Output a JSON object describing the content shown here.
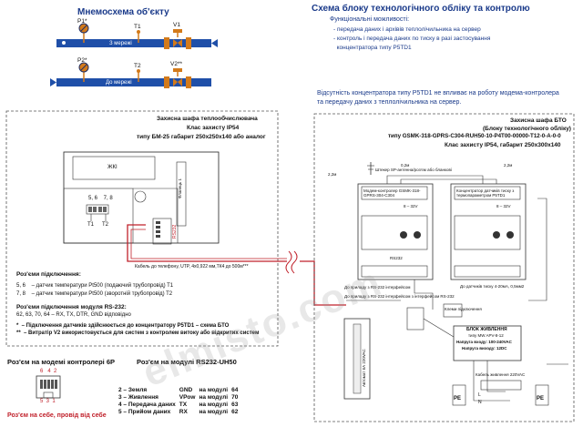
{
  "mnemo": {
    "title": "Мнемосхема об'єкту",
    "p1": "P1*",
    "t1": "T1",
    "v1": "V1",
    "flow1": "З мережі",
    "p2": "P2*",
    "t2": "T2",
    "v2": "V2**",
    "flow2": "До мережі"
  },
  "block": {
    "title": "Схема блоку технологічного обліку та контролю",
    "func_heading": "Функціональні можливості:",
    "func_items": [
      "- передача даних і архівів тепло­лічильника на сервер",
      "- контроль і передача даних по тиску в разі застосування",
      "  концентратора типу P5TD1"
    ]
  },
  "note_absence": {
    "line1": "Відсутність концентратора типу P5TD1 не впливає на роботу модема-контролера",
    "line2": "та передачу даних з теплолічильника на сервер."
  },
  "cabinet_left": {
    "title1": "Захисна шафа теплообчислювача",
    "title2": "Клас захисту IP54",
    "title3": "типу БМ-25 габарит 250x250x140 або аналог",
    "device_label": "ЖКІ",
    "terminal_label": "Фланець 1",
    "sensor_pins": "5, 6    7, 8",
    "t1": "T1",
    "t2": "T2",
    "rs232_label": "RS232",
    "cable_label": "Кабель до телефону, UTP, 4х0,922 мм,ТК4 до 500м***",
    "connections_heading": "Роз'єми підключення:",
    "conn_lines": [
      "5, 6    – датчик температури Pt500 (подаючий трубопровід) T1",
      "7, 8    – датчик температури Pt500 (зворотній трубопровід) T2"
    ],
    "rs_heading": "Роз'єми підключення модуля RS-232:",
    "rs_line": "62, 63, 70, 64 – RX, TX, DTR, GND відповідно",
    "footnotes": [
      "*  – Підключення датчиків здійснюється до концентратору P5TD1 – схема БТО",
      "**  – Витратір V2 використовується для систем з контролем витоку або відкритих систем"
    ]
  },
  "modem_conn": {
    "heading": "Роз'єм на модемі контролері 6P",
    "pins_top": "6   4  2",
    "pins_bottom": "5  3  1",
    "caption": "Роз'єм на себе, провід від себе"
  },
  "rs_module": {
    "heading": "Роз'єм на модулі RS232-UH50",
    "rows": [
      [
        "2 – Земля",
        "GND",
        "на модулі",
        "64"
      ],
      [
        "3 – Живлення",
        "VPow",
        "на модулі",
        "70"
      ],
      [
        "4 – Передача даних",
        "TX",
        "на модулі",
        "63"
      ],
      [
        "5 – Прийом даних",
        "RX",
        "на модулі",
        "62"
      ]
    ]
  },
  "cabinet_right": {
    "title1": "Захисна шафа БТО",
    "title2": "(Блоку технологічного обліку)",
    "title3": "типу GSMK-318-GPRS-C304-RUH50-10-P4T00-00000-T12-0-A-0-0",
    "title4": "Клас захисту IP54, габарит 250x300x140",
    "antenna_label": "Штекер SP-антенна/роз'єм або бланкові",
    "modem_label": "Модем-контролер GSMK-318-GPRS-304-C304",
    "modem_power": "8 – 32V",
    "conc_label": "Концентратор датчиків тиску з термопараметром P5TD1",
    "conc_power": "8 – 32V",
    "rs232_tag": "RS232",
    "rs232_caption": "До приладу з RS-232 інтерфейсом",
    "rs232_caption2": "До приладу з RS-232 інтерфейсом з інтерфейсом RS-232",
    "pressure_label": "До датчиків тиску 4-20мА, 0,5мм2",
    "power_block": {
      "title": "БЛОК ЖИВЛЕННЯ",
      "subtitle": "типу MW APV-8-12",
      "input": "Напруга входу: 100-240VAC",
      "output": "Напруга виходу: 12DC"
    },
    "term_label": "Клеми підключення",
    "breaker_label": "Автомат 6А 220VAC",
    "cable_power": "Кабель живлення 220VAC",
    "pe": "PE",
    "l": "L",
    "n": "N",
    "pe2": "PE",
    "wire_labels": [
      "2,2м",
      "0,2м",
      "2,2м"
    ]
  },
  "watermark": "elmisto.com"
}
